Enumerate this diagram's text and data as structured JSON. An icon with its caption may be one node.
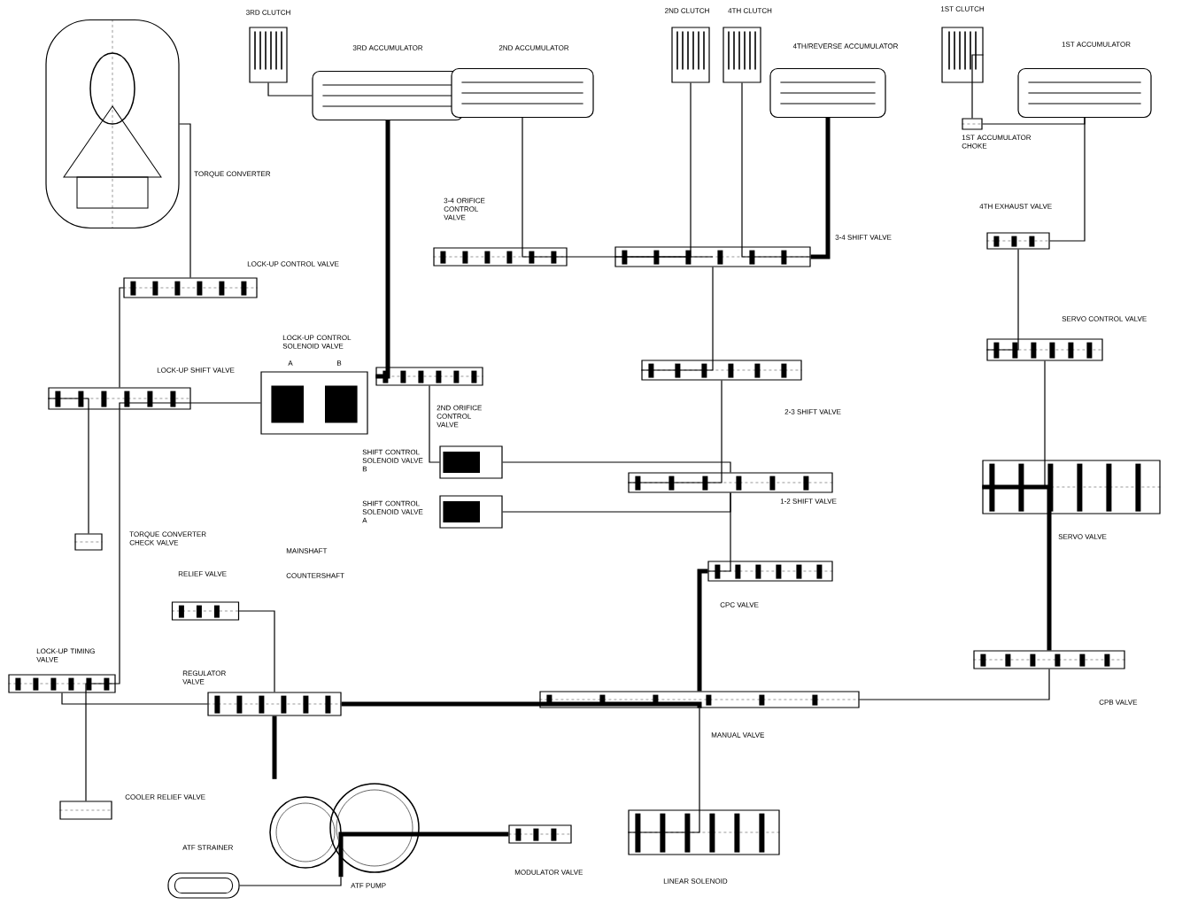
{
  "diagram": {
    "nodes": [
      {
        "text": [
          "TORQUE CONVERTER"
        ]
      },
      {
        "text": [
          "3RD CLUTCH"
        ]
      },
      {
        "text": [
          "3RD ACCUMULATOR"
        ]
      },
      {
        "text": [
          "2ND ACCUMULATOR"
        ]
      },
      {
        "text": [
          "2ND CLUTCH"
        ]
      },
      {
        "text": [
          "4TH CLUTCH"
        ]
      },
      {
        "text": [
          "4TH/REVERSE ACCUMULATOR"
        ]
      },
      {
        "text": [
          "1ST CLUTCH"
        ]
      },
      {
        "text": [
          "1ST ACCUMULATOR"
        ]
      },
      {
        "text": [
          "1ST ACCUMULATOR CHOKE"
        ]
      },
      {
        "text": [
          "3-4 ORIFICE CONTROL VALVE"
        ]
      },
      {
        "text": [
          "3-4 SHIFT VALVE"
        ]
      },
      {
        "text": [
          "4TH EXHAUST VALVE"
        ]
      },
      {
        "text": [
          "LOCK-UP CONTROL VALVE"
        ]
      },
      {
        "text": [
          "LOCK-UP CONTROL SOLENOID VALVE"
        ],
        "beside": [
          "A",
          "B"
        ]
      },
      {
        "text": [
          "LOCK-UP SHIFT VALVE"
        ]
      },
      {
        "text": [
          "2ND ORIFICE CONTROL VALVE"
        ]
      },
      {
        "text": [
          "2-3 SHIFT VALVE"
        ]
      },
      {
        "text": [
          "SERVO CONTROL VALVE"
        ]
      },
      {
        "text": [
          "SHIFT CONTROL SOLENOID VALVE B"
        ]
      },
      {
        "text": [
          "SHIFT CONTROL SOLENOID VALVE A"
        ]
      },
      {
        "text": [
          "1-2 SHIFT VALVE"
        ]
      },
      {
        "text": [
          "SERVO VALVE"
        ]
      },
      {
        "text": [
          "TORQUE CONVERTER CHECK VALVE"
        ]
      },
      {
        "text": [
          "RELIEF VALVE"
        ]
      },
      {
        "text": [
          "CPC VALVE"
        ]
      },
      {
        "text": [
          "LOCK-UP TIMING VALVE"
        ]
      },
      {
        "text": [
          "REGULATOR VALVE"
        ]
      },
      {
        "text": [
          "MANUAL VALVE"
        ]
      },
      {
        "text": [
          "CPB VALVE"
        ]
      },
      {
        "text": [
          "COOLER RELIEF VALVE"
        ]
      },
      {
        "text": [
          "ATF STRAINER"
        ]
      },
      {
        "text": [
          "ATF PUMP"
        ]
      },
      {
        "text": [
          "MODULATOR VALVE"
        ]
      },
      {
        "text": [
          "LINEAR SOLENOID"
        ]
      }
    ],
    "edges": [
      {
        "from": 0,
        "to": 13,
        "arrow": "none"
      },
      {
        "from": 13,
        "to": 15,
        "arrow": "none"
      },
      {
        "from": 15,
        "to": 14,
        "arrow": "none"
      },
      {
        "from": 15,
        "to": 26,
        "arrow": "none"
      },
      {
        "from": 26,
        "to": 27,
        "arrow": "none"
      },
      {
        "from": 27,
        "to": 32,
        "arrow": "none",
        "style": "thick"
      },
      {
        "from": 31,
        "to": 32,
        "arrow": "none"
      },
      {
        "from": 30,
        "to": 26,
        "arrow": "none"
      },
      {
        "from": 2,
        "to": 16,
        "arrow": "none",
        "style": "thick"
      },
      {
        "from": 3,
        "to": 10,
        "arrow": "none"
      },
      {
        "from": 1,
        "to": 2,
        "arrow": "none"
      },
      {
        "from": 4,
        "to": 11,
        "arrow": "none"
      },
      {
        "from": 5,
        "to": 11,
        "arrow": "none"
      },
      {
        "from": 6,
        "to": 11,
        "arrow": "none",
        "style": "thick"
      },
      {
        "from": 7,
        "to": 9,
        "arrow": "none"
      },
      {
        "from": 9,
        "to": 8,
        "arrow": "none"
      },
      {
        "from": 8,
        "to": 12,
        "arrow": "none"
      },
      {
        "from": 10,
        "to": 11,
        "arrow": "none"
      },
      {
        "from": 11,
        "to": 17,
        "arrow": "none"
      },
      {
        "from": 17,
        "to": 21,
        "arrow": "none"
      },
      {
        "from": 19,
        "to": 21,
        "arrow": "none"
      },
      {
        "from": 20,
        "to": 21,
        "arrow": "none"
      },
      {
        "from": 21,
        "to": 25,
        "arrow": "none"
      },
      {
        "from": 25,
        "to": 28,
        "arrow": "none",
        "style": "thick"
      },
      {
        "from": 18,
        "to": 22,
        "arrow": "none"
      },
      {
        "from": 12,
        "to": 18,
        "arrow": "none"
      },
      {
        "from": 28,
        "to": 29,
        "arrow": "none"
      },
      {
        "from": 29,
        "to": 22,
        "arrow": "none",
        "style": "thick"
      },
      {
        "from": 28,
        "to": 34,
        "arrow": "none"
      },
      {
        "from": 27,
        "to": 28,
        "arrow": "none",
        "style": "thick"
      },
      {
        "from": 33,
        "to": 32,
        "arrow": "none",
        "style": "thick"
      },
      {
        "from": 16,
        "to": 19,
        "arrow": "none"
      },
      {
        "from": 24,
        "to": 27,
        "arrow": "none"
      },
      {
        "from": 23,
        "to": 15,
        "arrow": "none"
      }
    ],
    "labels": [
      "MAINSHAFT",
      "COUNTERSHAFT"
    ]
  }
}
